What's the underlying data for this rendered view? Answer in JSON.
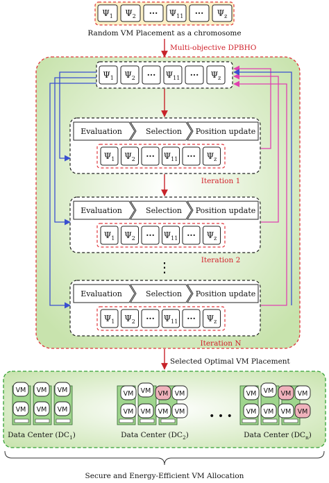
{
  "top": {
    "chromosome_genes": [
      "Ψ1",
      "Ψ2",
      "···",
      "Ψ11",
      "···",
      "Ψz"
    ],
    "caption": "Random VM Placement as a chromosome"
  },
  "algorithm": {
    "title": "Multi-objective DPBHO",
    "chromosome_genes": [
      "Ψ1",
      "Ψ2",
      "···",
      "Ψ11",
      "···",
      "Ψz"
    ],
    "steps": [
      "Evaluation",
      "Selection",
      "Position update"
    ],
    "iterations": [
      {
        "label": "Iteration 1"
      },
      {
        "label": "Iteration 2"
      },
      {
        "label": "Iteration N"
      }
    ],
    "ellipsis": "⋮"
  },
  "result": {
    "label": "Selected Optimal VM Placement"
  },
  "datacenters": [
    {
      "name": "Data Center (DC",
      "sub": "1",
      "close": ")"
    },
    {
      "name": "Data Center (DC",
      "sub": "2",
      "close": ")"
    },
    {
      "name": "Data Center (DC",
      "sub": "n",
      "close": ")"
    }
  ],
  "dc_ellipsis": "• • •",
  "vm_label": "VM",
  "footer": {
    "caption": "Secure and Energy-Efficient VM Allocation"
  },
  "colors": {
    "red_dashed": "#e0343a",
    "blue_arrow": "#3a4fd0",
    "magenta_arrow": "#e040b0",
    "green_bg": "#cfe8b8",
    "yellow_bg": "#fbf0c6",
    "highlight_vm": "#f0b2bc"
  }
}
